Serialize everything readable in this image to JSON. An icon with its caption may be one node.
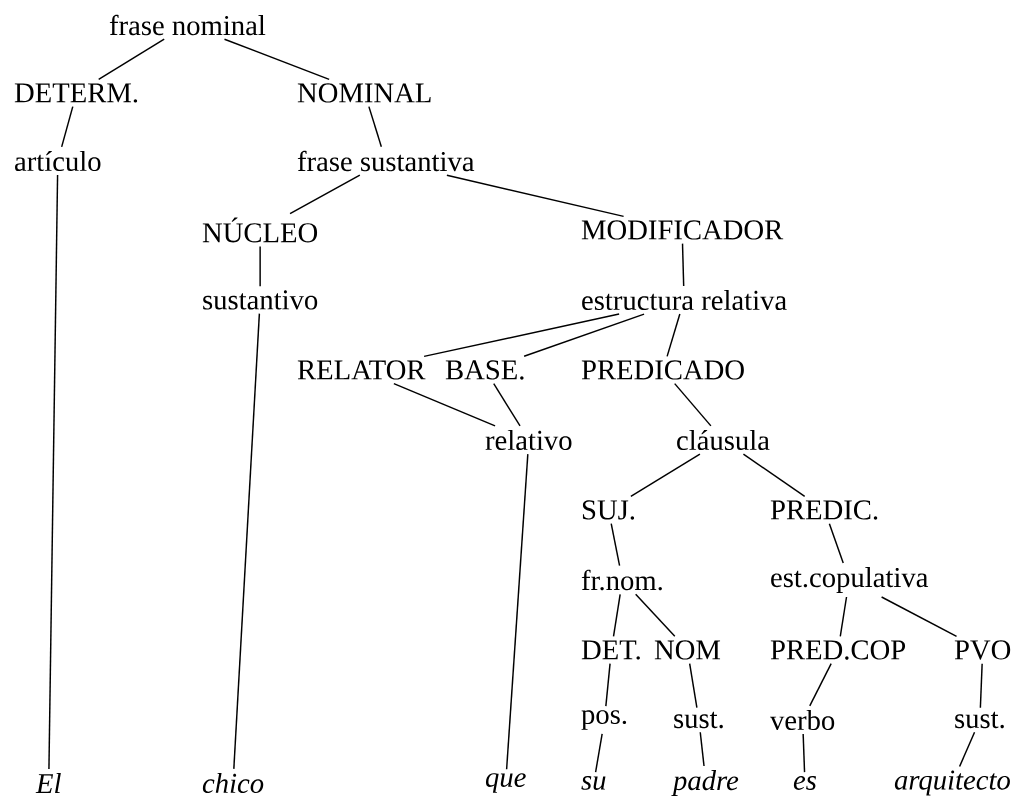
{
  "diagram": {
    "nodes": [
      {
        "text": [
          "frase nominal"
        ]
      },
      {
        "text": [
          "DETERM."
        ]
      },
      {
        "text": [
          "NOMINAL"
        ]
      },
      {
        "text": [
          "artículo"
        ]
      },
      {
        "text": [
          "frase sustantiva"
        ]
      },
      {
        "text": [
          "NÚCLEO"
        ]
      },
      {
        "text": [
          "MODIFICADOR"
        ]
      },
      {
        "text": [
          "sustantivo"
        ]
      },
      {
        "text": [
          "estructura relativa"
        ]
      },
      {
        "text": [
          "RELATOR"
        ]
      },
      {
        "text": [
          "BASE."
        ]
      },
      {
        "text": [
          "PREDICADO"
        ]
      },
      {
        "text": [
          "relativo"
        ]
      },
      {
        "text": [
          "cláusula"
        ]
      },
      {
        "text": [
          "SUJ."
        ]
      },
      {
        "text": [
          "PREDIC."
        ]
      },
      {
        "text": [
          "fr.nom."
        ]
      },
      {
        "text": [
          "est.copulativa"
        ]
      },
      {
        "text": [
          "DET."
        ]
      },
      {
        "text": [
          "NOM"
        ]
      },
      {
        "text": [
          "PRED.COP"
        ]
      },
      {
        "text": [
          "PVO"
        ]
      },
      {
        "text": [
          "pos."
        ]
      },
      {
        "text": [
          "sust."
        ]
      },
      {
        "text": [
          "verbo"
        ]
      },
      {
        "text": [
          "sust."
        ]
      },
      {
        "text": [
          "El"
        ]
      },
      {
        "text": [
          "chico"
        ]
      },
      {
        "text": [
          "que"
        ]
      },
      {
        "text": [
          "su"
        ]
      },
      {
        "text": [
          "padre"
        ]
      },
      {
        "text": [
          "es"
        ]
      },
      {
        "text": [
          "arquitecto"
        ]
      }
    ],
    "edges": [
      {
        "from": 0,
        "to": 1,
        "arrow": "none"
      },
      {
        "from": 0,
        "to": 2,
        "arrow": "none"
      },
      {
        "from": 1,
        "to": 3,
        "arrow": "none"
      },
      {
        "from": 2,
        "to": 4,
        "arrow": "none"
      },
      {
        "from": 3,
        "to": 26,
        "arrow": "none"
      },
      {
        "from": 4,
        "to": 5,
        "arrow": "none"
      },
      {
        "from": 4,
        "to": 6,
        "arrow": "none"
      },
      {
        "from": 5,
        "to": 7,
        "arrow": "none"
      },
      {
        "from": 7,
        "to": 27,
        "arrow": "none"
      },
      {
        "from": 6,
        "to": 8,
        "arrow": "none"
      },
      {
        "from": 8,
        "to": 9,
        "arrow": "none"
      },
      {
        "from": 8,
        "to": 10,
        "arrow": "none"
      },
      {
        "from": 8,
        "to": 11,
        "arrow": "none"
      },
      {
        "from": 9,
        "to": 12,
        "arrow": "none"
      },
      {
        "from": 10,
        "to": 12,
        "arrow": "none"
      },
      {
        "from": 12,
        "to": 28,
        "arrow": "none"
      },
      {
        "from": 11,
        "to": 13,
        "arrow": "none"
      },
      {
        "from": 13,
        "to": 14,
        "arrow": "none"
      },
      {
        "from": 13,
        "to": 15,
        "arrow": "none"
      },
      {
        "from": 14,
        "to": 16,
        "arrow": "none"
      },
      {
        "from": 16,
        "to": 18,
        "arrow": "none"
      },
      {
        "from": 16,
        "to": 19,
        "arrow": "none"
      },
      {
        "from": 18,
        "to": 22,
        "arrow": "none"
      },
      {
        "from": 19,
        "to": 23,
        "arrow": "none"
      },
      {
        "from": 22,
        "to": 29,
        "arrow": "none"
      },
      {
        "from": 23,
        "to": 30,
        "arrow": "none"
      },
      {
        "from": 15,
        "to": 17,
        "arrow": "none"
      },
      {
        "from": 17,
        "to": 20,
        "arrow": "none"
      },
      {
        "from": 17,
        "to": 21,
        "arrow": "none"
      },
      {
        "from": 20,
        "to": 24,
        "arrow": "none"
      },
      {
        "from": 21,
        "to": 25,
        "arrow": "none"
      },
      {
        "from": 24,
        "to": 31,
        "arrow": "none"
      },
      {
        "from": 25,
        "to": 32,
        "arrow": "none"
      }
    ]
  }
}
